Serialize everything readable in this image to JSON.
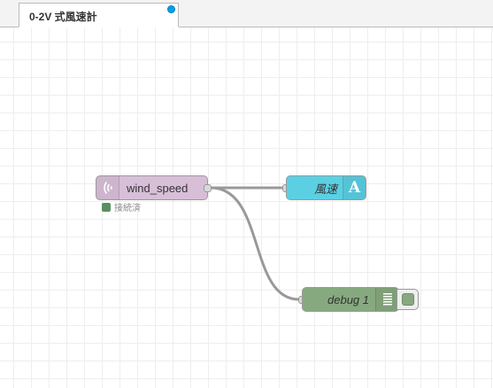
{
  "tabs": [
    {
      "label": "0-2V 式風速計",
      "modified": true
    }
  ],
  "nodes": {
    "wind_speed": {
      "label": "wind_speed",
      "icon": "wireless-signal-icon",
      "color": "#d8bfd8",
      "status_text": "接続済",
      "status_color": "#5a8f62"
    },
    "text": {
      "label": "風速",
      "icon": "letter-a-icon",
      "icon_glyph": "A",
      "color": "#5bd0e3"
    },
    "debug": {
      "label": "debug 1",
      "icon": "debug-list-icon",
      "color": "#87a980"
    }
  },
  "colors": {
    "wire": "#999999",
    "grid": "#eeeeee",
    "tab_modified_dot": "#00a1ea"
  }
}
